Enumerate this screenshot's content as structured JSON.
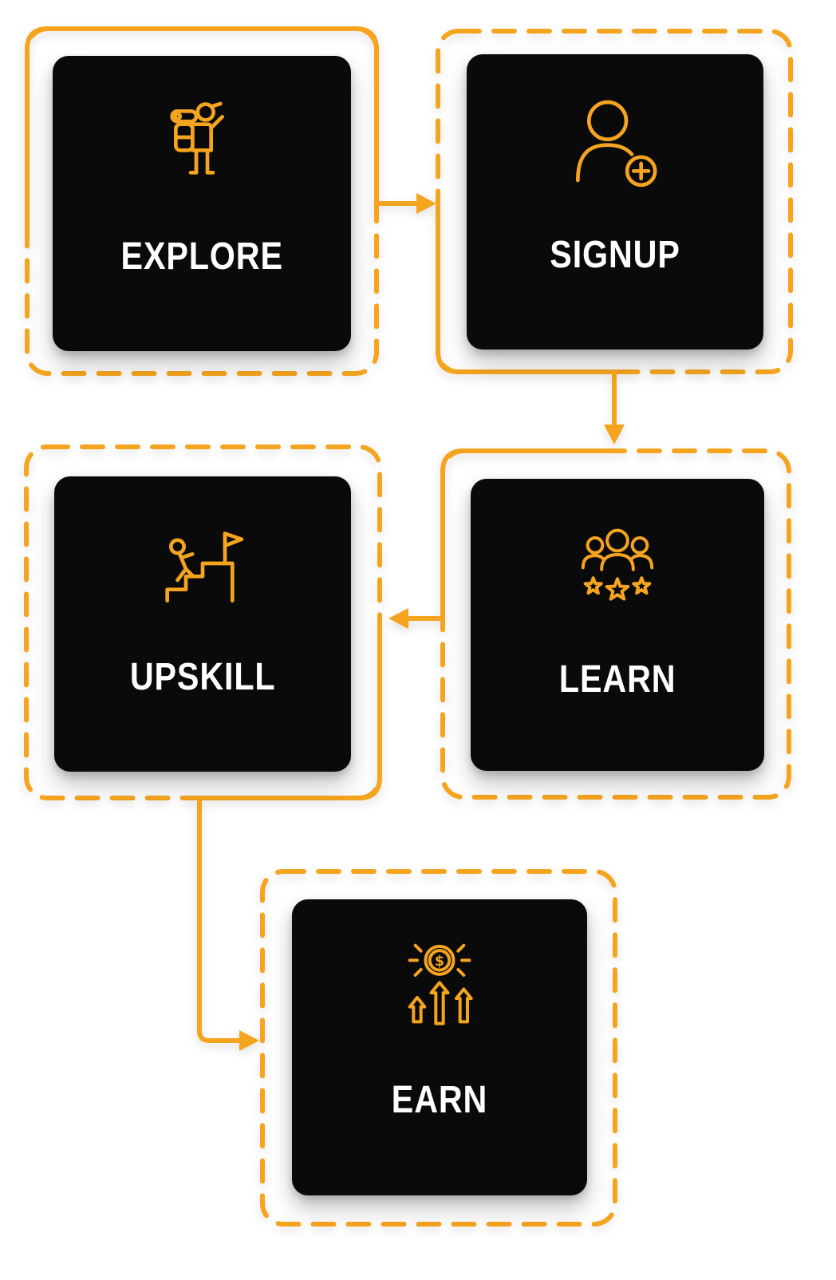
{
  "diagram": {
    "background_color": "#FFFFFF",
    "accent_color": "#F5A41F",
    "card_color": "#0A0A0A",
    "label_color": "#FFFFFF",
    "steps": [
      {
        "id": "explore",
        "label": "EXPLORE",
        "icon": "explorer-hiker-icon"
      },
      {
        "id": "signup",
        "label": "SIGNUP",
        "icon": "add-user-icon"
      },
      {
        "id": "learn",
        "label": "LEARN",
        "icon": "team-stars-icon"
      },
      {
        "id": "upskill",
        "label": "UPSKILL",
        "icon": "climb-stairs-flag-icon"
      },
      {
        "id": "earn",
        "label": "EARN",
        "icon": "coin-growth-arrows-icon"
      }
    ],
    "connections": [
      {
        "from": "EXPLORE",
        "to": "SIGNUP"
      },
      {
        "from": "SIGNUP",
        "to": "LEARN"
      },
      {
        "from": "LEARN",
        "to": "UPSKILL"
      },
      {
        "from": "UPSKILL",
        "to": "EARN"
      }
    ],
    "icons": {
      "dollar_symbol": "$"
    }
  }
}
